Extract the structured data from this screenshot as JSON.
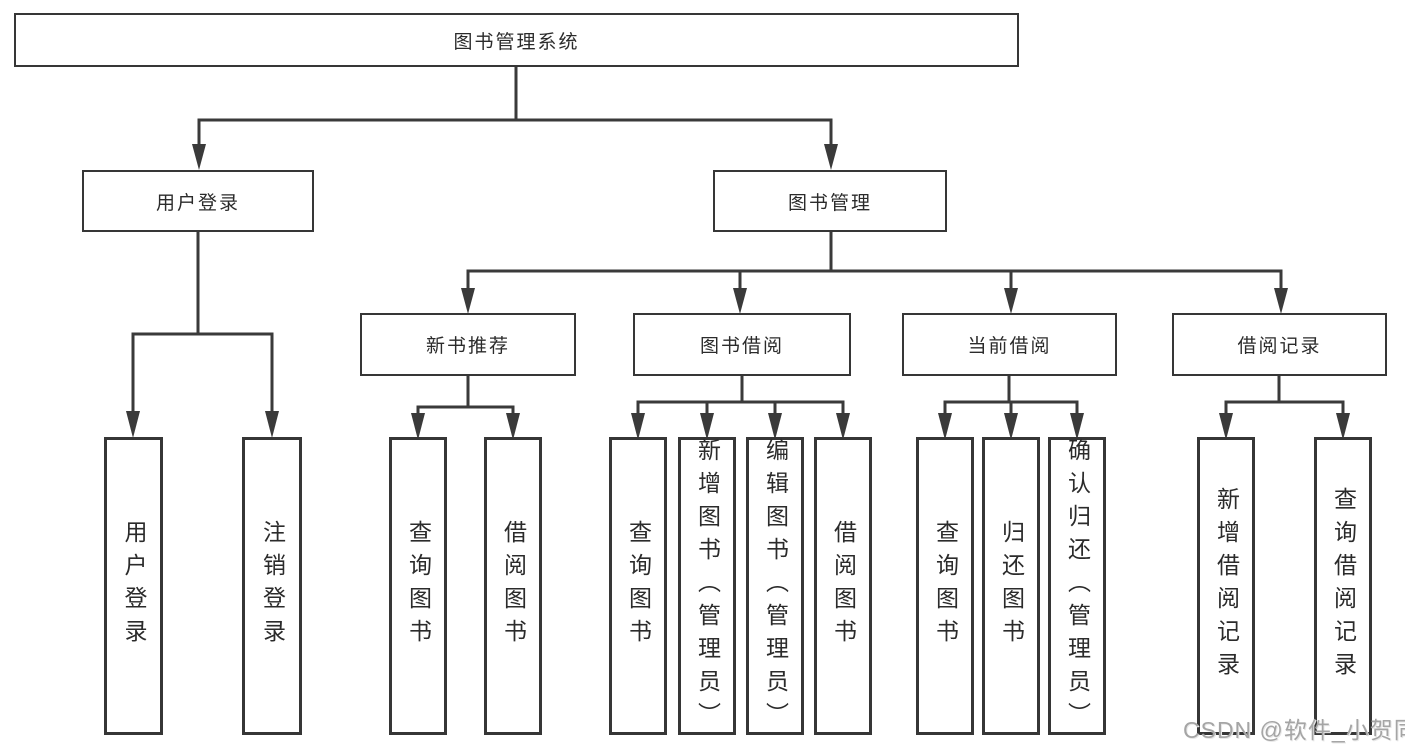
{
  "colors": {
    "background": "#ffffff",
    "line": "#3a3a3a",
    "box_border": "#363636",
    "text": "#2b2b2b",
    "watermark_text": "#a5a5a5"
  },
  "tree": {
    "label": "图书管理系统",
    "children": [
      {
        "label": "用户登录",
        "children": [
          {
            "label": "用户登录"
          },
          {
            "label": "注销登录"
          }
        ]
      },
      {
        "label": "图书管理",
        "children": [
          {
            "label": "新书推荐",
            "children": [
              {
                "label": "查询图书"
              },
              {
                "label": "借阅图书"
              }
            ]
          },
          {
            "label": "图书借阅",
            "children": [
              {
                "label": "查询图书"
              },
              {
                "label": "新增图书（管理员）"
              },
              {
                "label": "编辑图书（管理员）"
              },
              {
                "label": "借阅图书"
              }
            ]
          },
          {
            "label": "当前借阅",
            "children": [
              {
                "label": "查询图书"
              },
              {
                "label": "归还图书"
              },
              {
                "label": "确认归还（管理员）"
              }
            ]
          },
          {
            "label": "借阅记录",
            "children": [
              {
                "label": "新增借阅记录"
              },
              {
                "label": "查询借阅记录"
              }
            ]
          }
        ]
      }
    ]
  },
  "watermark": {
    "text": "CSDN @软件_小贺同学"
  }
}
